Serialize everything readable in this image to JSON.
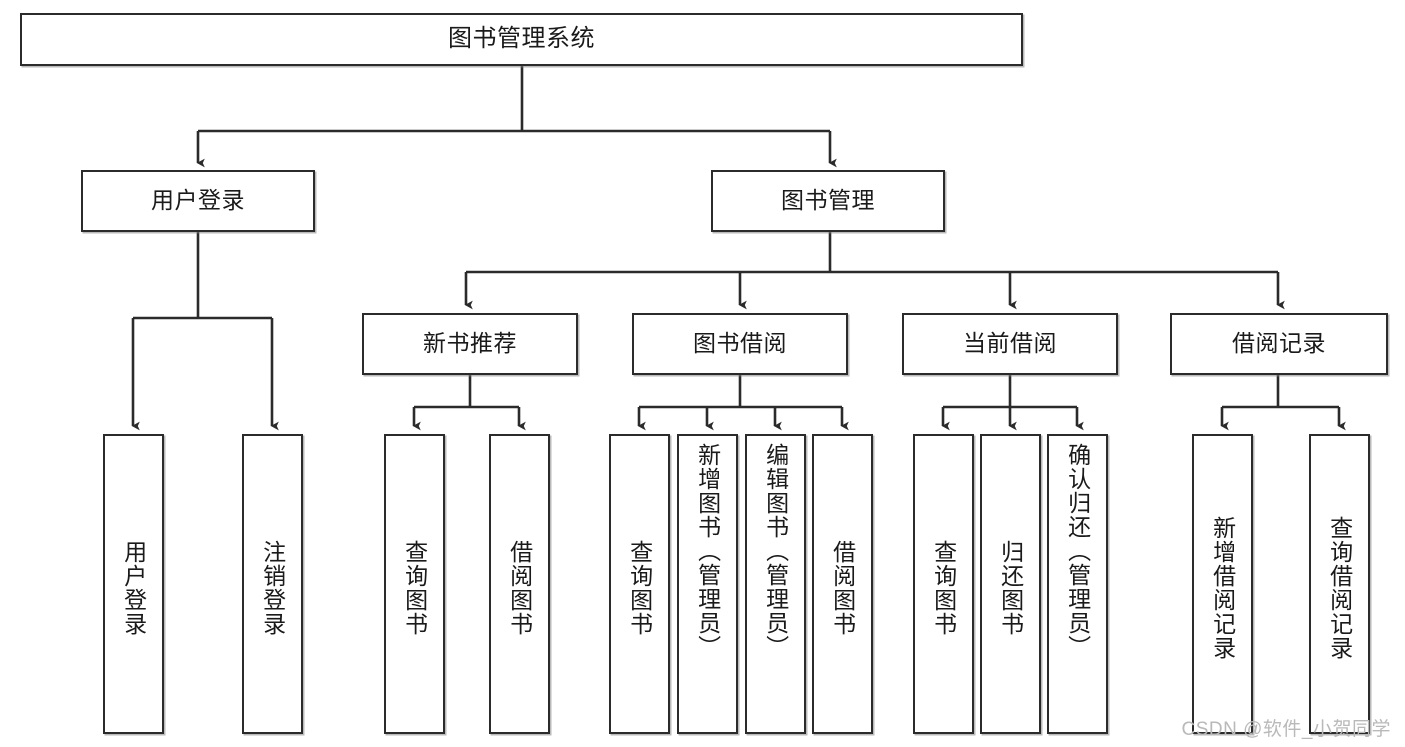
{
  "diagram": {
    "title": "图书管理系统",
    "type": "tree-hierarchy",
    "watermark": "CSDN @软件_小贺同学",
    "colors": {
      "background": "#ffffff",
      "box_border": "#2b2b2b",
      "box_fill": "#ffffff",
      "text": "#1a1a1a",
      "connector": "#2b2b2b",
      "watermark": "#b9b9b9"
    },
    "root": {
      "label": "图书管理系统"
    },
    "level2": [
      {
        "label": "用户登录"
      },
      {
        "label": "图书管理"
      }
    ],
    "level3": [
      {
        "label": "新书推荐"
      },
      {
        "label": "图书借阅"
      },
      {
        "label": "当前借阅"
      },
      {
        "label": "借阅记录"
      }
    ],
    "leaves": {
      "user_login": [
        {
          "label": "用户登录"
        },
        {
          "label": "注销登录"
        }
      ],
      "new_book_recommend": [
        {
          "label": "查询图书"
        },
        {
          "label": "借阅图书"
        }
      ],
      "book_borrow": [
        {
          "label": "查询图书"
        },
        {
          "label": "新增图书（管理员）"
        },
        {
          "label": "编辑图书（管理员）"
        },
        {
          "label": "借阅图书"
        }
      ],
      "current_borrow": [
        {
          "label": "查询图书"
        },
        {
          "label": "归还图书"
        },
        {
          "label": "确认归还（管理员）"
        }
      ],
      "borrow_record": [
        {
          "label": "新增借阅记录"
        },
        {
          "label": "查询借阅记录"
        }
      ]
    }
  }
}
